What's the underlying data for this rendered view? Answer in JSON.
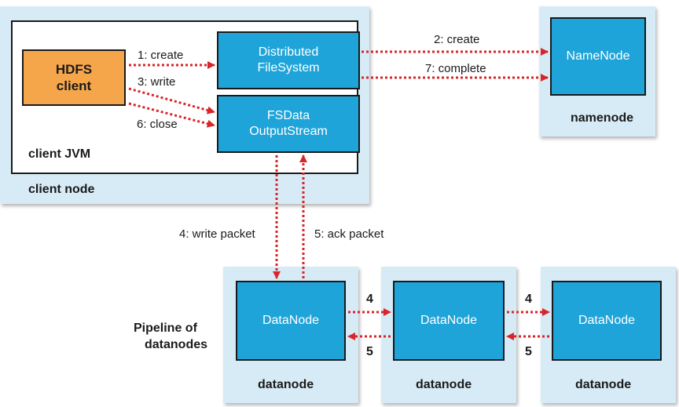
{
  "client_node": {
    "label": "client node",
    "jvm_label": "client JVM",
    "hdfs_client": [
      "HDFS",
      "client"
    ],
    "dfs": [
      "Distributed",
      "FileSystem"
    ],
    "fsdos": [
      "FSData",
      "OutputStream"
    ]
  },
  "namenode": {
    "box": "NameNode",
    "label": "namenode"
  },
  "datanodes": [
    {
      "box": "DataNode",
      "label": "datanode"
    },
    {
      "box": "DataNode",
      "label": "datanode"
    },
    {
      "box": "DataNode",
      "label": "datanode"
    }
  ],
  "pipeline_label": [
    "Pipeline of",
    "datanodes"
  ],
  "steps": {
    "create1": "1: create",
    "create2": "2: create",
    "write3": "3: write",
    "write_packet4": "4: write packet",
    "ack_packet5": "5: ack packet",
    "close6": "6: close",
    "complete7": "7: complete",
    "four": "4",
    "five": "5"
  },
  "colors": {
    "panel": "#d7ebf6",
    "box": "#1fa4d9",
    "client": "#f5a54a",
    "arrow": "#d9252a"
  }
}
